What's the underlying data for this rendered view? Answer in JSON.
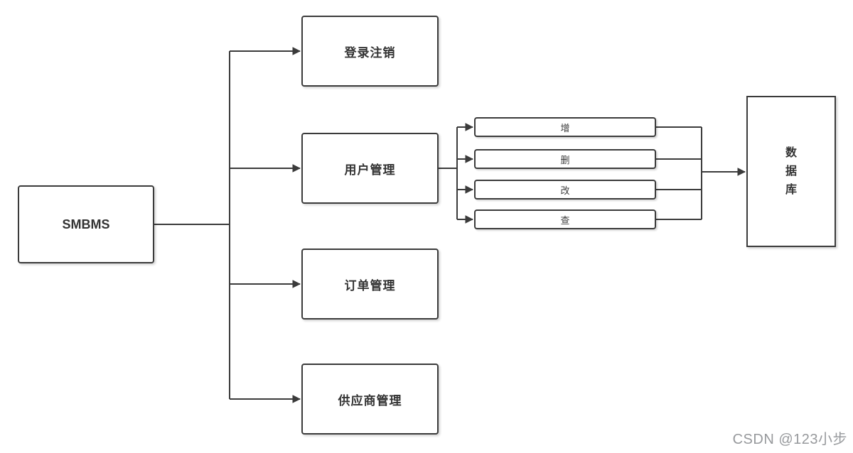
{
  "diagram": {
    "root": {
      "label": "SMBMS"
    },
    "modules": [
      {
        "id": "login",
        "label": "登录注销"
      },
      {
        "id": "user",
        "label": "用户管理"
      },
      {
        "id": "order",
        "label": "订单管理"
      },
      {
        "id": "supplier",
        "label": "供应商管理"
      }
    ],
    "crud_ops": [
      {
        "id": "add",
        "label": "增"
      },
      {
        "id": "delete",
        "label": "删"
      },
      {
        "id": "update",
        "label": "改"
      },
      {
        "id": "query",
        "label": "查"
      }
    ],
    "database": {
      "label": "数据库",
      "chars": [
        "数",
        "据",
        "库"
      ]
    }
  },
  "watermark": {
    "text": "CSDN @123小步"
  },
  "colors": {
    "background": "#ffffff",
    "line": "#3b3b3b",
    "box_fill": "#ffffff",
    "box_border": "#3b3b3b",
    "text": "#333333",
    "watermark": "#97999c"
  }
}
